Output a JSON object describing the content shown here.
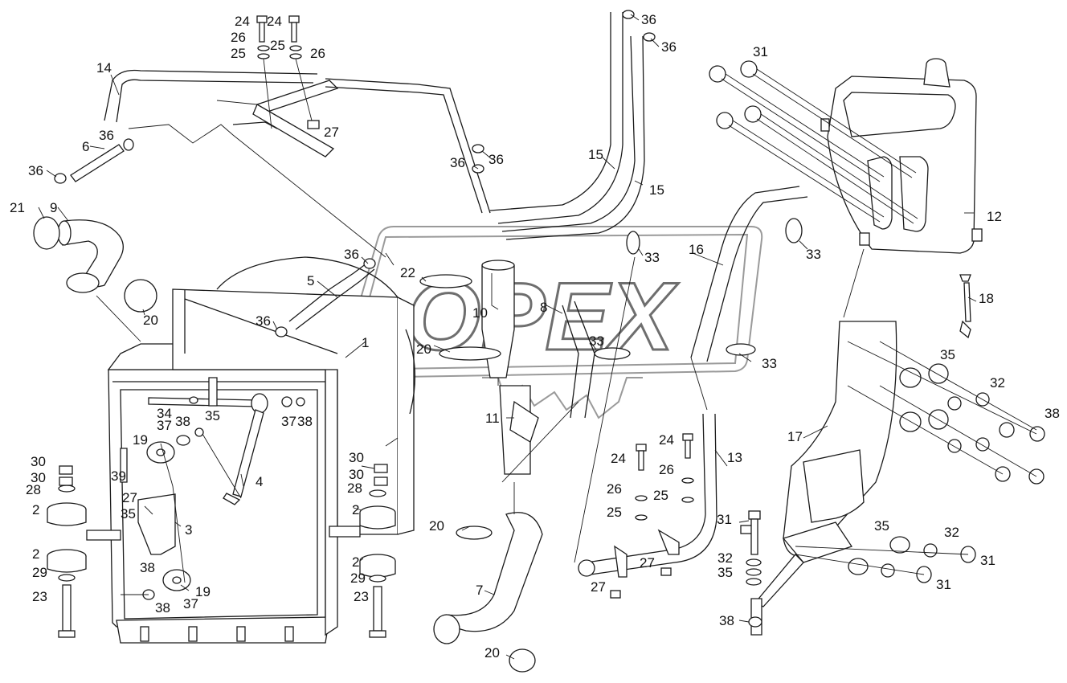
{
  "watermark": {
    "text": "OPEX"
  },
  "callouts": [
    "1",
    "2",
    "3",
    "4",
    "5",
    "6",
    "7",
    "8",
    "9",
    "10",
    "11",
    "12",
    "13",
    "14",
    "15",
    "16",
    "17",
    "18",
    "19",
    "20",
    "21",
    "22",
    "23",
    "24",
    "25",
    "26",
    "27",
    "28",
    "29",
    "30",
    "31",
    "32",
    "33",
    "34",
    "35",
    "36",
    "37",
    "38",
    "39"
  ],
  "colors": {
    "line": "#1a1a1a",
    "background": "#ffffff",
    "watermark": "#9a9a9a"
  }
}
